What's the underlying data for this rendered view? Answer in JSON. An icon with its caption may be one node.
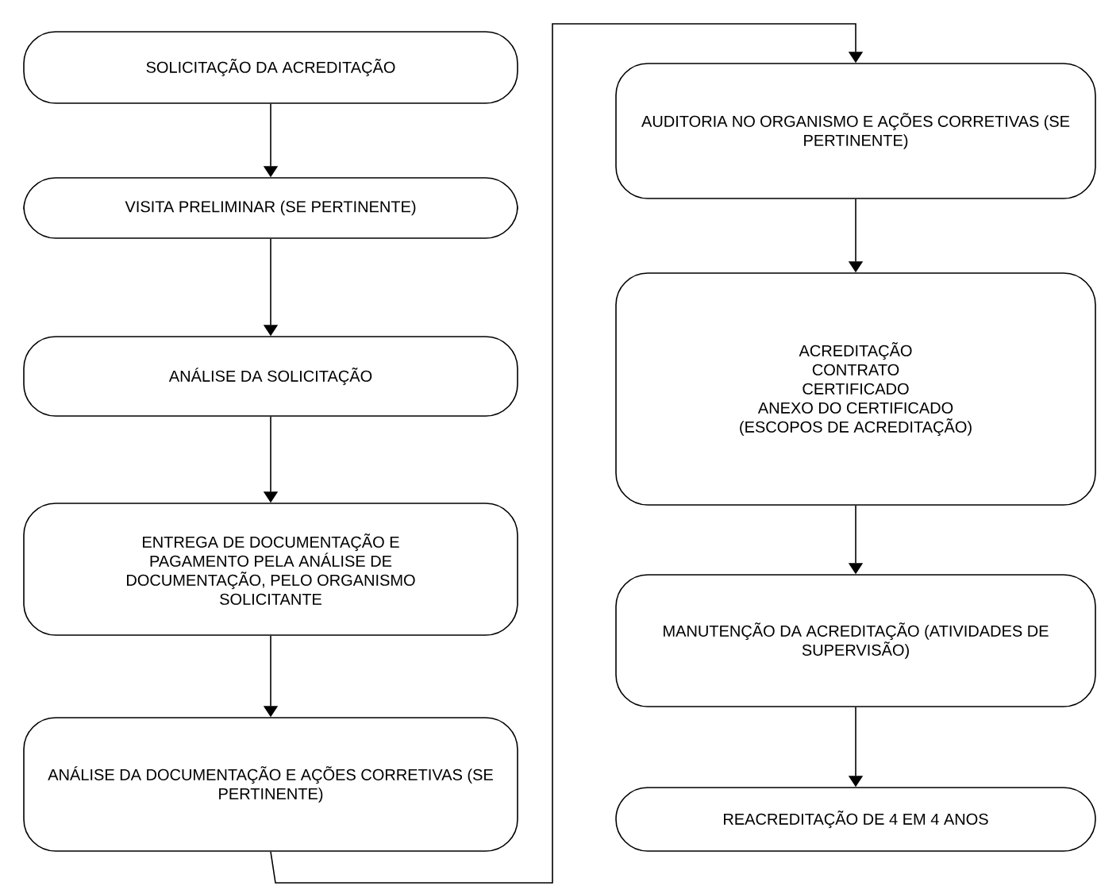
{
  "diagram": {
    "nodes": [
      {
        "text": [
          "SOLICITAÇÃO DA ACREDITAÇÃO"
        ]
      },
      {
        "text": [
          "VISITA PRELIMINAR (SE PERTINENTE)"
        ]
      },
      {
        "text": [
          "ANÁLISE DA SOLICITAÇÃO"
        ]
      },
      {
        "text": [
          "ENTREGA DE DOCUMENTAÇÃO E PAGAMENTO PELA ANÁLISE DE DOCUMENTAÇÃO, PELO ORGANISMO SOLICITANTE"
        ]
      },
      {
        "text": [
          "ANÁLISE DA DOCUMENTAÇÃO E AÇÕES CORRETIVAS (SE PERTINENTE)"
        ]
      },
      {
        "text": [
          "AUDITORIA NO ORGANISMO E AÇÕES CORRETIVAS (SE PERTINENTE)"
        ]
      },
      {
        "text": [
          "ACREDITAÇÃO",
          "CONTRATO",
          "CERTIFICADO",
          "ANEXO DO CERTIFICADO",
          "(ESCOPOS DE ACREDITAÇÃO)"
        ]
      },
      {
        "text": [
          "MANUTENÇÃO DA ACREDITAÇÃO (ATIVIDADES DE SUPERVISÃO)"
        ]
      },
      {
        "text": [
          "REACREDITAÇÃO DE 4 EM 4 ANOS"
        ]
      }
    ],
    "edges": [
      {
        "from": 0,
        "to": 1,
        "arrow": "to"
      },
      {
        "from": 1,
        "to": 2,
        "arrow": "to"
      },
      {
        "from": 2,
        "to": 3,
        "arrow": "to"
      },
      {
        "from": 3,
        "to": 4,
        "arrow": "to"
      },
      {
        "from": 4,
        "to": 5,
        "arrow": "to"
      },
      {
        "from": 5,
        "to": 6,
        "arrow": "to"
      },
      {
        "from": 6,
        "to": 7,
        "arrow": "to"
      },
      {
        "from": 7,
        "to": 8,
        "arrow": "to"
      }
    ]
  }
}
